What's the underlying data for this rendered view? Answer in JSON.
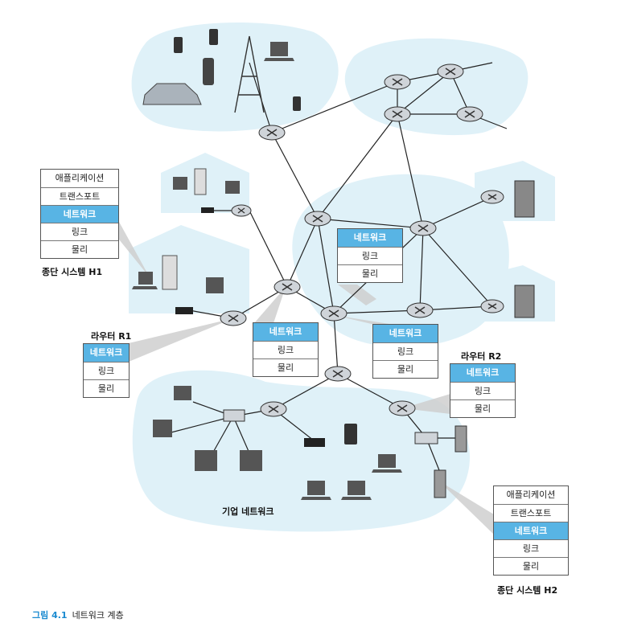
{
  "stacks": {
    "h1": [
      "애플리케이션",
      "트랜스포트",
      "네트워크",
      "링크",
      "물리"
    ],
    "r1": [
      "네트워크",
      "링크",
      "물리"
    ],
    "center_a": [
      "네트워크",
      "링크",
      "물리"
    ],
    "center_b": [
      "네트워크",
      "링크",
      "물리"
    ],
    "center_c": [
      "네트워크",
      "링크",
      "물리"
    ],
    "r2": [
      "네트워크",
      "링크",
      "물리"
    ],
    "h2": [
      "애플리케이션",
      "트랜스포트",
      "네트워크",
      "링크",
      "물리"
    ]
  },
  "labels": {
    "end_system_h1": "종단 시스템 H1",
    "router_r1": "라우터 R1",
    "router_r2": "라우터 R2",
    "end_system_h2": "종단 시스템 H2",
    "enterprise_network": "기업 네트워크"
  },
  "caption": {
    "figure_number": "그림 4.1",
    "title": "네트워크 계층"
  },
  "colors": {
    "network_layer": "#58b4e4",
    "region_fill": "#dff1f8",
    "router_fill": "#cfd4d9",
    "callout_fill": "#cccccc"
  }
}
